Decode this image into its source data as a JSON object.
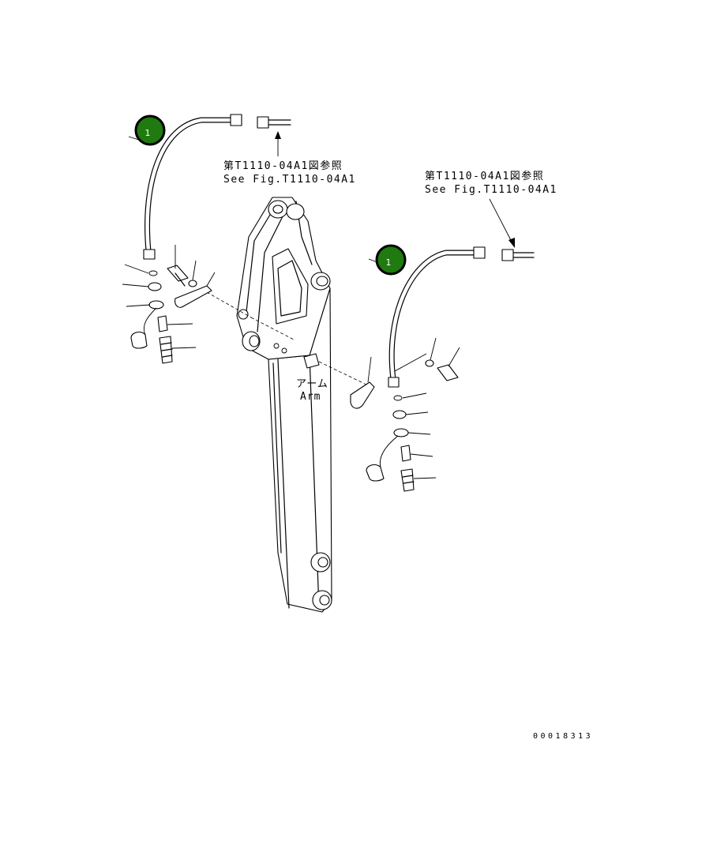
{
  "ref_left": {
    "line1": "第T1110-04A1図参照",
    "line2": "See Fig.T1110-04A1"
  },
  "ref_right": {
    "line1": "第T1110-04A1図参照",
    "line2": "See Fig.T1110-04A1"
  },
  "arm_label": {
    "jp": "アーム",
    "en": "Arm"
  },
  "badges": [
    {
      "number": "1",
      "color": "#1f7a0f"
    },
    {
      "number": "1",
      "color": "#1f7a0f"
    }
  ],
  "drawing_code": "00018313"
}
